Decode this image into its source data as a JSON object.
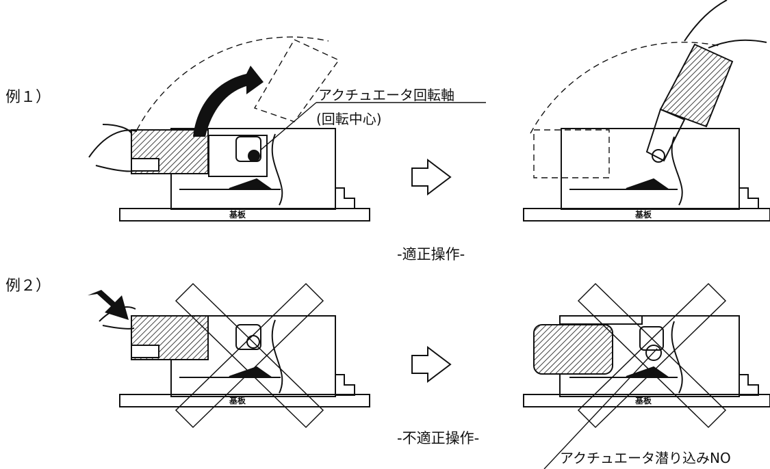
{
  "labels": {
    "example1": "例１）",
    "example2": "例２）",
    "proper_operation": "-適正操作-",
    "improper_operation": "-不適正操作-",
    "actuator_axis": "アクチュエータ回転軸",
    "rotation_center": "(回転中心)",
    "actuator_slip_in": "アクチュエータ潜り込みNO",
    "substrate": "基板"
  },
  "colors": {
    "line": "#111111",
    "background": "#ffffff"
  }
}
